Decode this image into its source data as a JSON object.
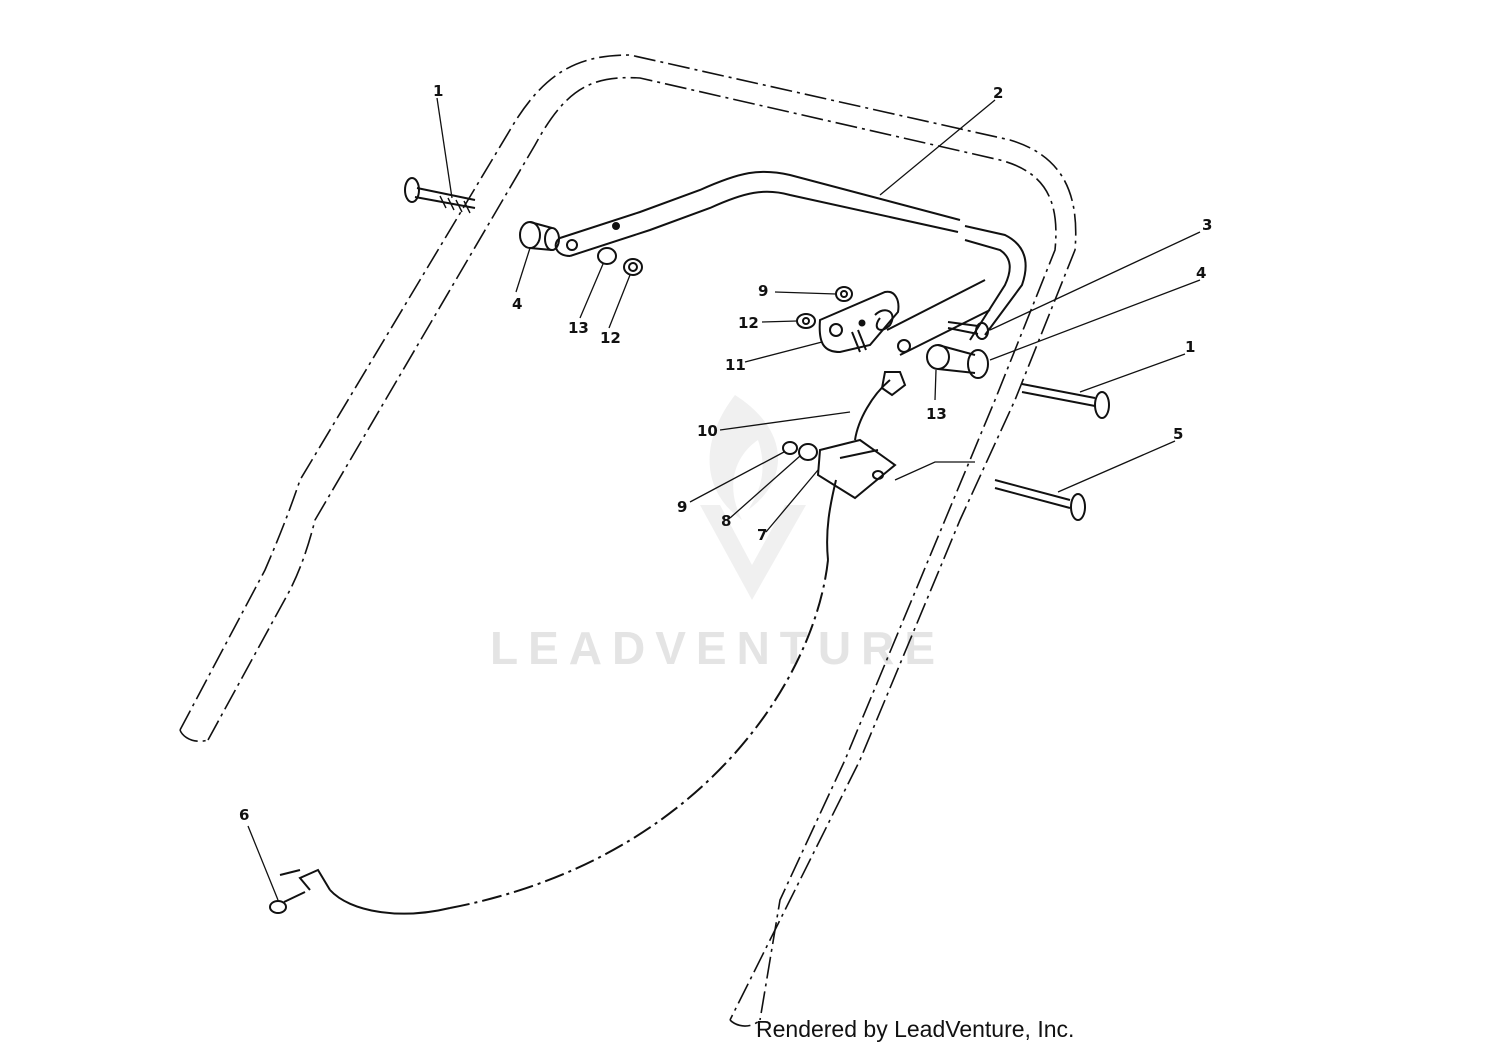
{
  "watermark": {
    "text": "LEADVENTURE"
  },
  "credit": {
    "text": "Rendered by LeadVenture, Inc."
  },
  "callouts": [
    {
      "id": "c1a",
      "label": "1"
    },
    {
      "id": "c2",
      "label": "2"
    },
    {
      "id": "c3",
      "label": "3"
    },
    {
      "id": "c4a",
      "label": "4"
    },
    {
      "id": "c4b",
      "label": "4"
    },
    {
      "id": "c1b",
      "label": "1"
    },
    {
      "id": "c5",
      "label": "5"
    },
    {
      "id": "c9a",
      "label": "9"
    },
    {
      "id": "c12a",
      "label": "12"
    },
    {
      "id": "c11",
      "label": "11"
    },
    {
      "id": "c13a",
      "label": "13"
    },
    {
      "id": "c12b",
      "label": "12"
    },
    {
      "id": "c13b",
      "label": "13"
    },
    {
      "id": "c10",
      "label": "10"
    },
    {
      "id": "c9b",
      "label": "9"
    },
    {
      "id": "c8",
      "label": "8"
    },
    {
      "id": "c7",
      "label": "7"
    },
    {
      "id": "c6",
      "label": "6"
    }
  ]
}
